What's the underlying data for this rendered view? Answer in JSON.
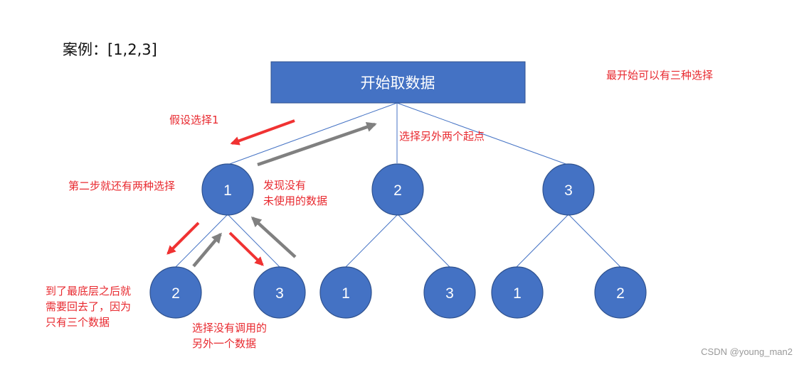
{
  "title": "案例：[1,2,3]",
  "root": {
    "label": "开始取数据",
    "fill": "#4472c4",
    "border": "#2f528f"
  },
  "node_style": {
    "fill": "#4472c4",
    "border": "#2f528f",
    "text": "#ffffff"
  },
  "level1_nodes": [
    {
      "label": "1"
    },
    {
      "label": "2"
    },
    {
      "label": "3"
    }
  ],
  "level2_nodes": [
    {
      "label": "2"
    },
    {
      "label": "3"
    },
    {
      "label": "1"
    },
    {
      "label": "3"
    },
    {
      "label": "1"
    },
    {
      "label": "2"
    }
  ],
  "annotations": {
    "top_right": "最开始可以有三种选择",
    "assume": "假设选择1",
    "select_other_two": "选择另外两个起点",
    "step_two": "第二步就还有两种选择",
    "found_none": [
      "发现没有",
      "未使用的数据"
    ],
    "bottom_return": [
      "到了最底层之后就",
      "需要回去了，因为",
      "只有三个数据"
    ],
    "select_other_one": [
      "选择没有调用的",
      "另外一个数据"
    ]
  },
  "colors": {
    "annotation": "#e8292f",
    "red_arrow": "#f03232",
    "gray_arrow": "#808080",
    "edge": "#4472c4"
  },
  "watermark": "CSDN @young_man2"
}
